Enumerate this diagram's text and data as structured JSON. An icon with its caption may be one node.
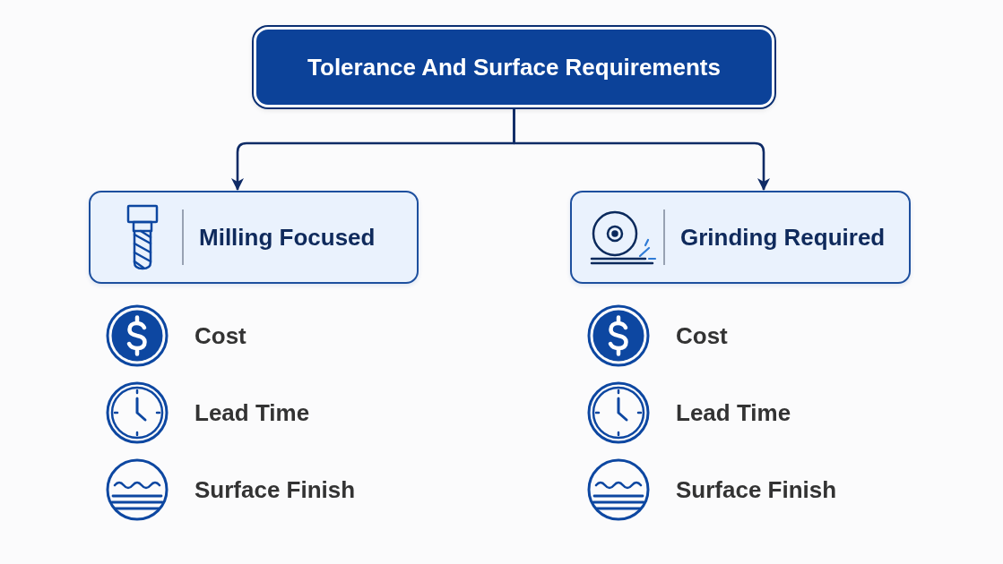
{
  "diagram": {
    "nodes": [
      {
        "text": [
          "Tolerance And Surface Requirements"
        ]
      },
      {
        "text": [
          "Milling Focused"
        ],
        "beside": [
          "Cost",
          "Lead Time",
          "Surface Finish"
        ]
      },
      {
        "text": [
          "Grinding Required"
        ],
        "beside": [
          "Cost",
          "Lead Time",
          "Surface Finish"
        ]
      }
    ],
    "edges": [
      {
        "from": 0,
        "to": 1,
        "arrow": "to"
      },
      {
        "from": 0,
        "to": 2,
        "arrow": "to"
      }
    ]
  }
}
